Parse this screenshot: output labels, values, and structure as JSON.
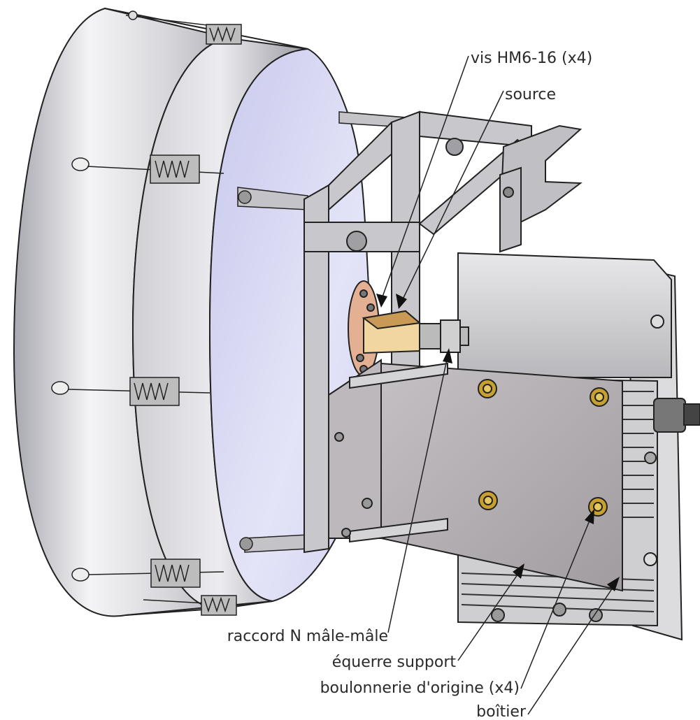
{
  "labels": {
    "vis": "vis HM6-16 (x4)",
    "source": "source",
    "raccord": "raccord N mâle-mâle",
    "equerre": "équerre support",
    "boulonnerie": "boulonnerie d'origine (x4)",
    "boitier": "boîtier"
  },
  "colors": {
    "dish_inner": "#dcdcf4",
    "metal": "#c8c8c8",
    "metal_dark": "#8a8a8a",
    "bracket": "#b4b0b4",
    "bolt_head": "#c8a030",
    "source_block": "#e8c890",
    "flange": "#e0a888",
    "outline": "#222222"
  }
}
